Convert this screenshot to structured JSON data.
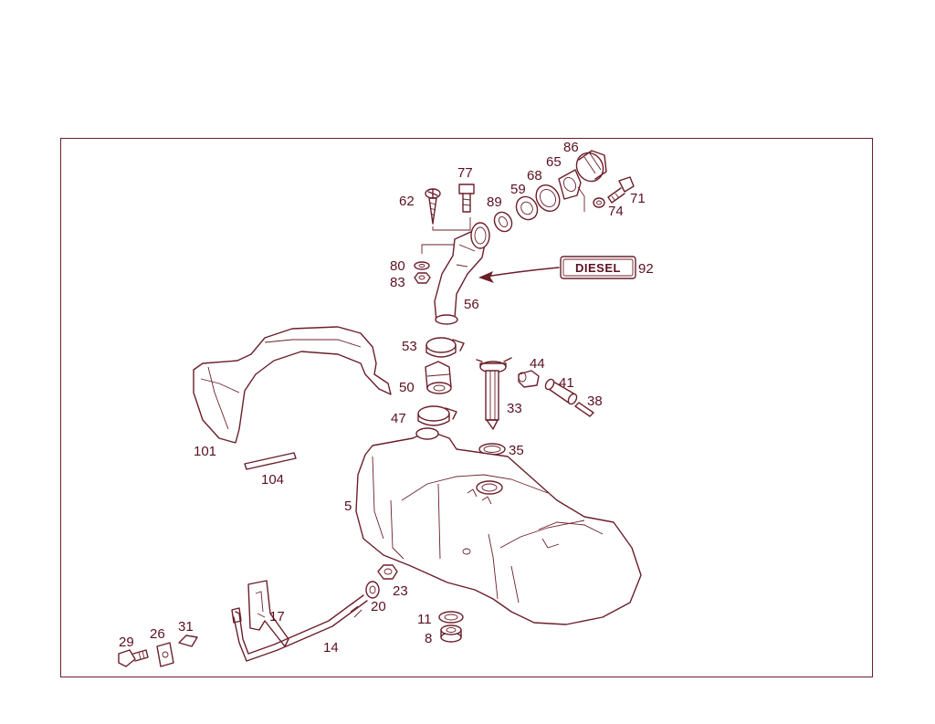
{
  "colors": {
    "line": "#6b1f2a",
    "text": "#5a1020",
    "background": "#ffffff"
  },
  "diesel_label": "DIESEL",
  "callouts": {
    "c86": "86",
    "c77": "77",
    "c65": "65",
    "c68": "68",
    "c59": "59",
    "c89": "89",
    "c62": "62",
    "c71": "71",
    "c74": "74",
    "c80": "80",
    "c83": "83",
    "c56": "56",
    "c92": "92",
    "c53": "53",
    "c44": "44",
    "c41": "41",
    "c38": "38",
    "c50": "50",
    "c33": "33",
    "c47": "47",
    "c35": "35",
    "c101": "101",
    "c104": "104",
    "c5": "5",
    "c23": "23",
    "c20": "20",
    "c17": "17",
    "c11": "11",
    "c8": "8",
    "c14": "14",
    "c29": "29",
    "c26": "26",
    "c31": "31"
  }
}
